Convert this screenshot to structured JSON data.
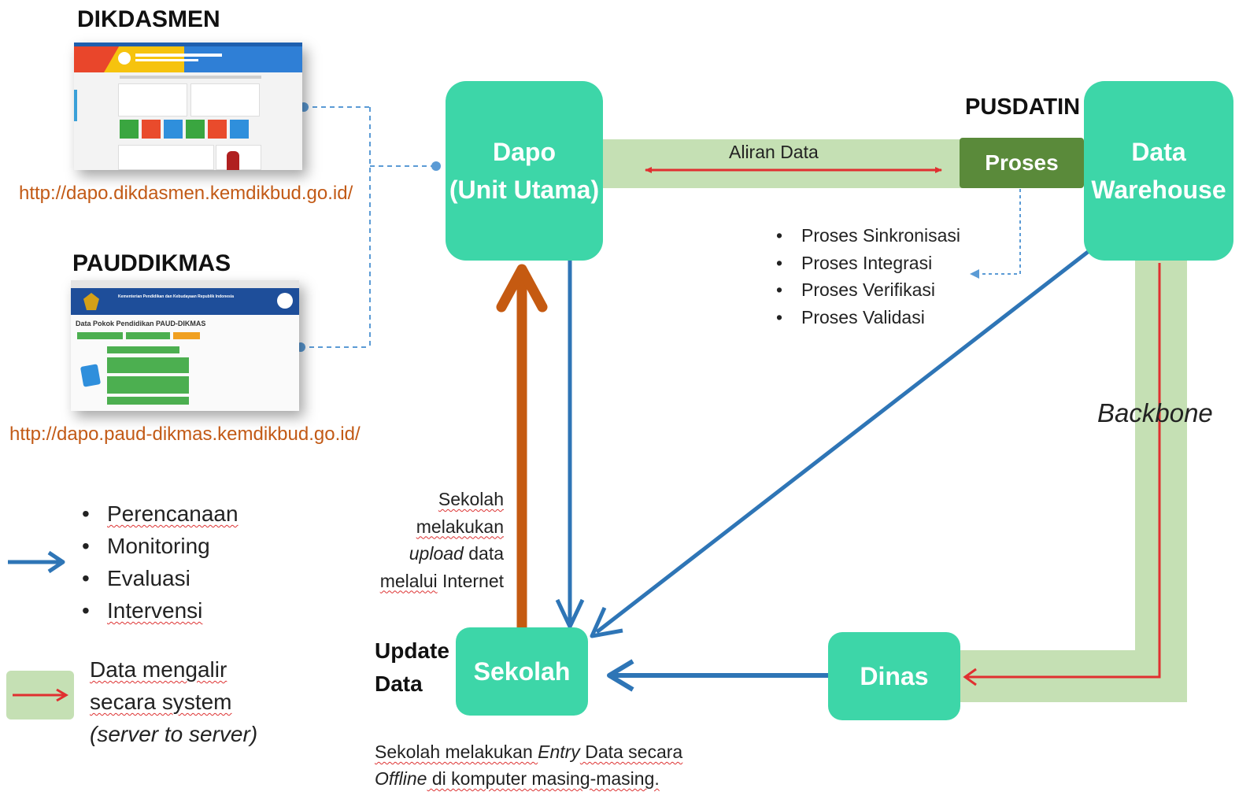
{
  "sites": {
    "dikdasmen": {
      "title": "DIKDASMEN",
      "url": "http://dapo.dikdasmen.kemdikbud.go.id/"
    },
    "pauddikmas": {
      "title": "PAUDDIKMAS",
      "url": "http://dapo.paud-dikmas.kemdikbud.go.id/",
      "screenshot_header": "Kementerian Pendidikan dan Kebudayaan Republik Indonesia",
      "screenshot_heading": "Data Pokok Pendidikan PAUD-DIKMAS"
    }
  },
  "nodes": {
    "dapo": {
      "line1": "Dapo",
      "line2": "(Unit Utama)"
    },
    "proses": "Proses",
    "pusdatin": "PUSDATIN",
    "data_warehouse": {
      "line1": "Data",
      "line2": "Warehouse"
    },
    "sekolah": "Sekolah",
    "dinas": "Dinas"
  },
  "labels": {
    "aliran_data": "Aliran Data",
    "backbone": "Backbone",
    "update_data": {
      "line1": "Update",
      "line2": "Data"
    }
  },
  "proses_list": [
    "Proses Sinkronisasi",
    "Proses Integrasi",
    "Proses Verifikasi",
    "Proses Validasi"
  ],
  "upload_note": {
    "line1": "Sekolah",
    "line2": "melakukan",
    "line3_italic": "upload",
    "line3_rest": " data",
    "line4_a": "melalui",
    "line4_b": " Internet"
  },
  "entry_note": {
    "l1_a": "Sekolah melakukan ",
    "l1_italic": "Entry",
    "l1_b": " Data secara",
    "l2_italic": "Offline",
    "l2_b": " di komputer masing-masing."
  },
  "legend": {
    "blue_items": [
      "Perencanaan",
      "Monitoring",
      "Evaluasi",
      "Intervensi"
    ],
    "green": {
      "line1": "Data mengalir",
      "line2": "secara system",
      "line3": "(server to server)"
    }
  },
  "colors": {
    "node": "#3dd6a8",
    "proses": "#5a8a3a",
    "flow_band": "#c5e0b4",
    "blue_arrow": "#2e75b6",
    "red_arrow": "#e03030",
    "orange_arrow": "#c55a11"
  }
}
